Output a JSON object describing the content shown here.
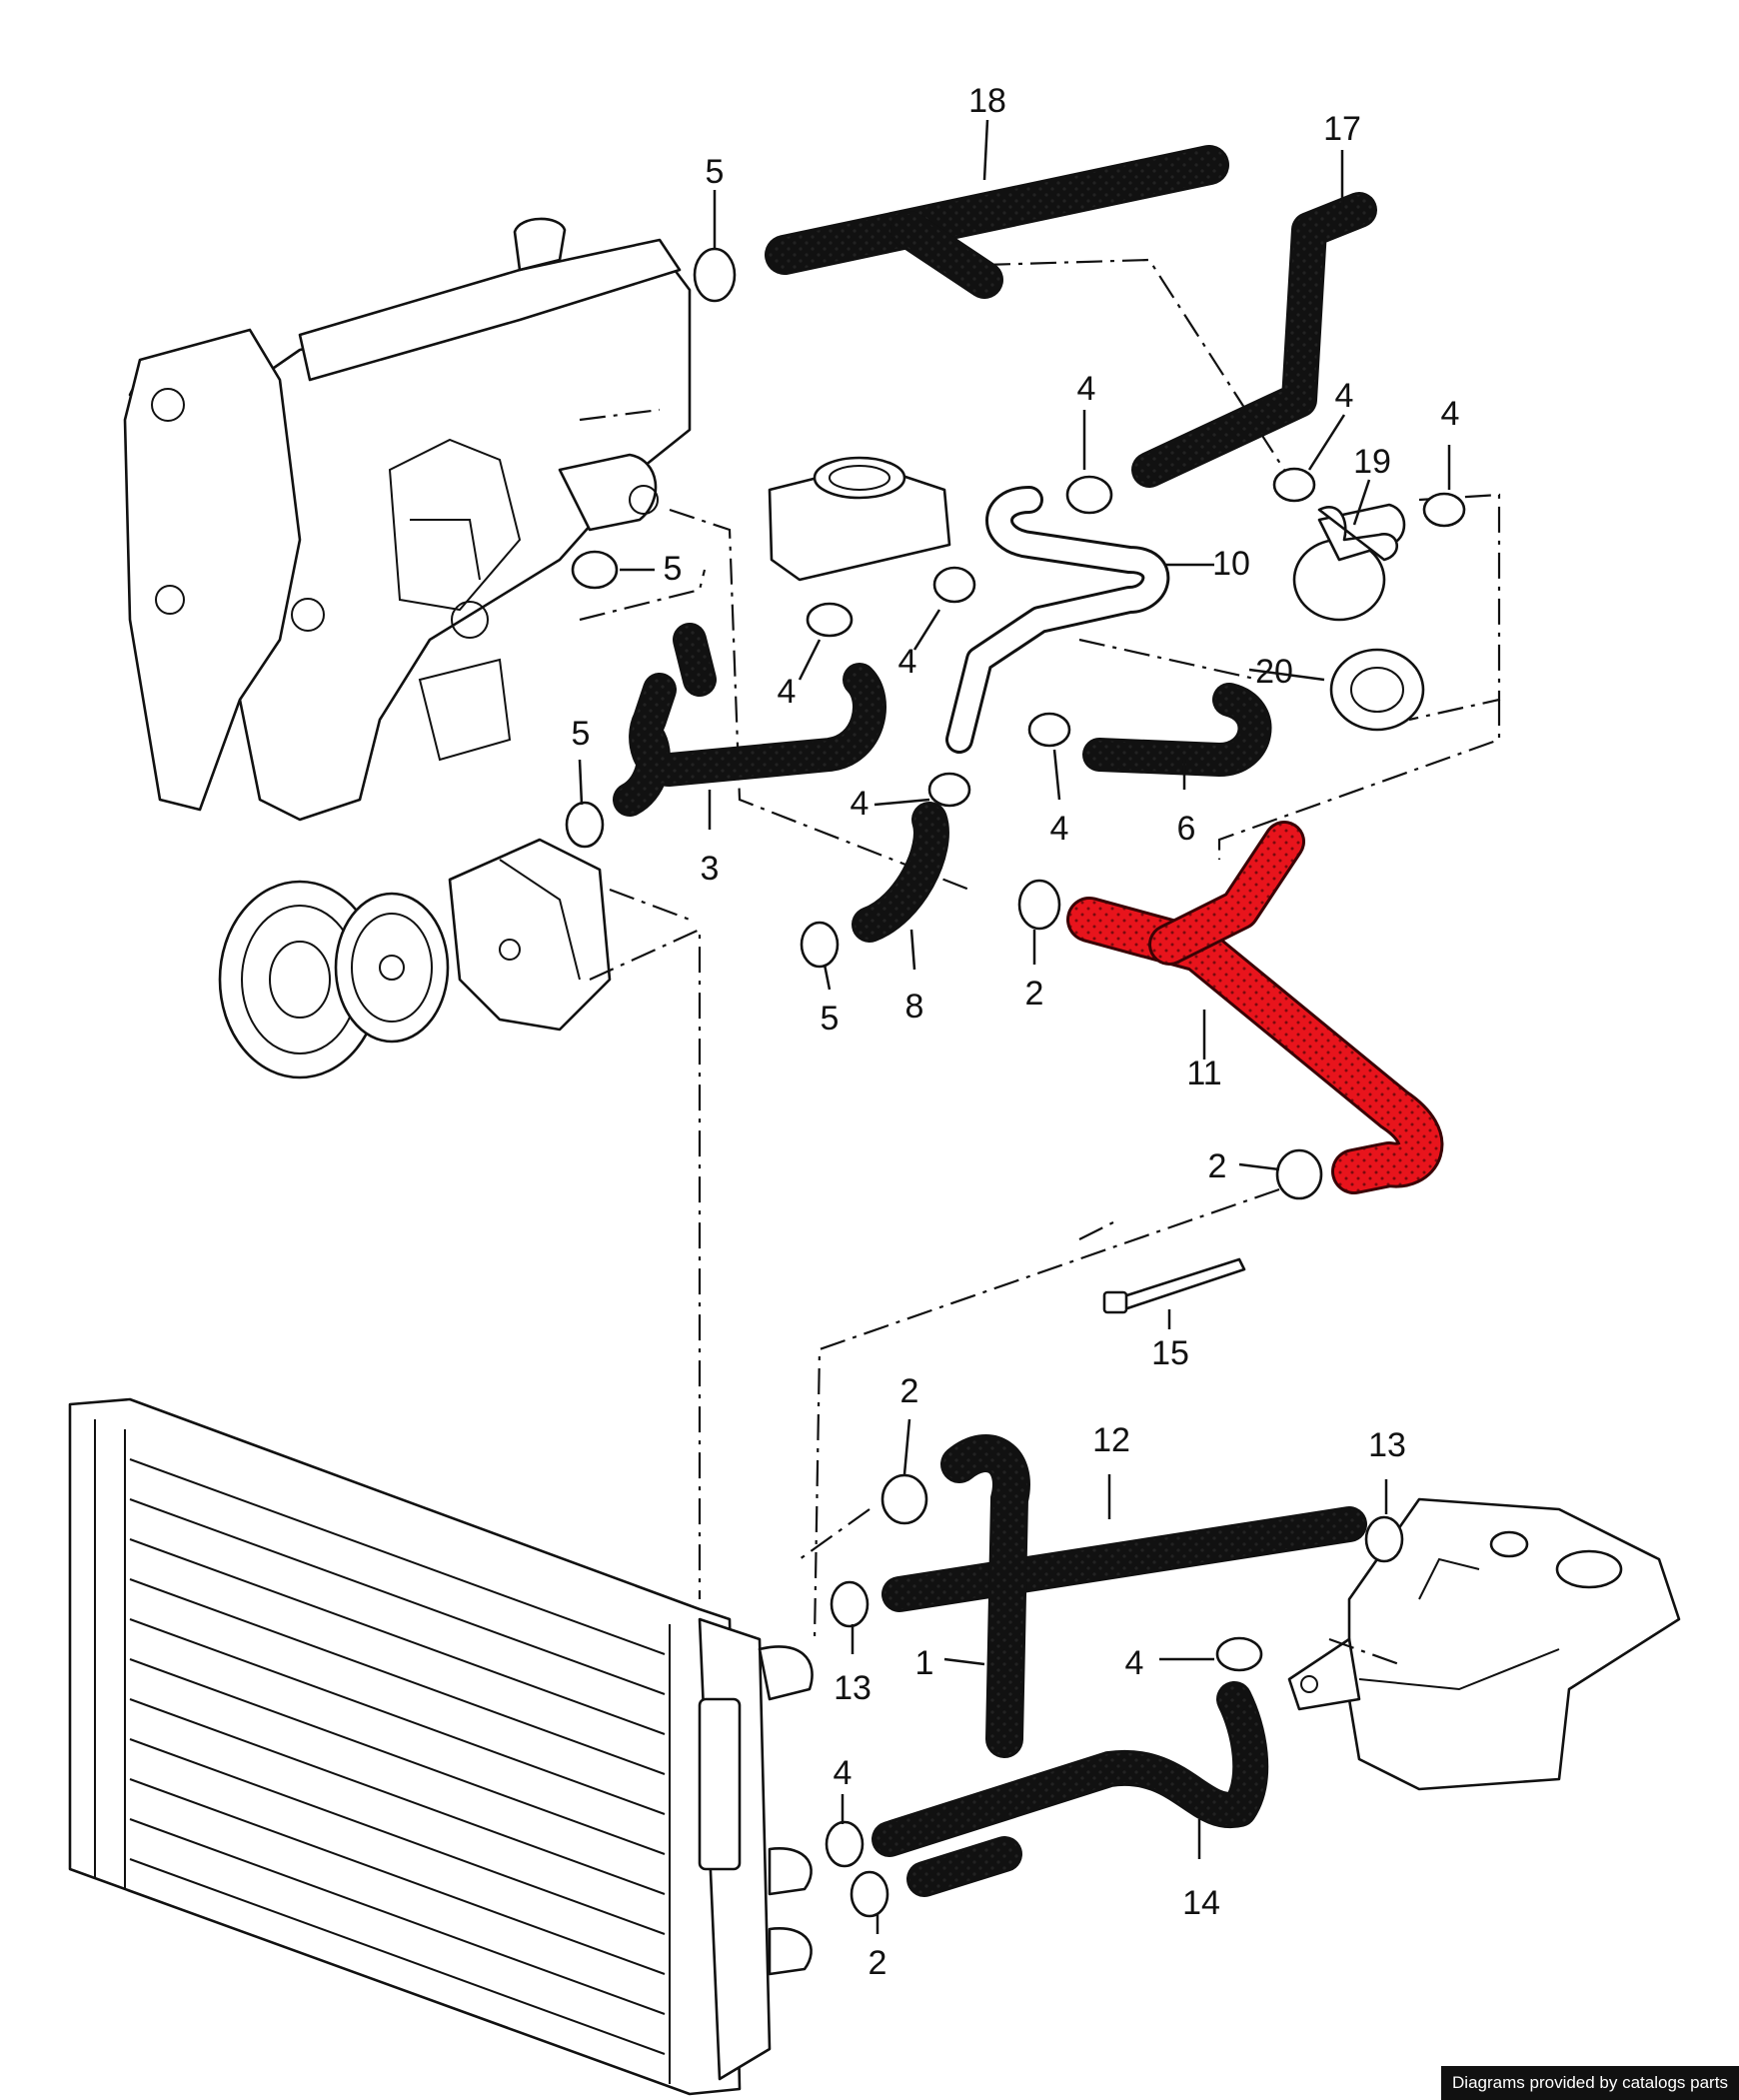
{
  "labels": {
    "p1": "1",
    "p2a": "2",
    "p2b": "2",
    "p2c": "2",
    "p2d": "2",
    "p3": "3",
    "p4a": "4",
    "p4b": "4",
    "p4c": "4",
    "p4d": "4",
    "p4e": "4",
    "p4f": "4",
    "p4g": "4",
    "p4h": "4",
    "p4i": "4",
    "p5a": "5",
    "p5b": "5",
    "p5c": "5",
    "p5d": "5",
    "p6": "6",
    "p8": "8",
    "p10": "10",
    "p11": "11",
    "p12": "12",
    "p13a": "13",
    "p13b": "13",
    "p14": "14",
    "p15": "15",
    "p17": "17",
    "p18": "18",
    "p19": "19",
    "p20": "20"
  },
  "highlight_color": "#e8141c",
  "highlighted_part": "11",
  "credit": "Diagrams provided by catalogs parts"
}
